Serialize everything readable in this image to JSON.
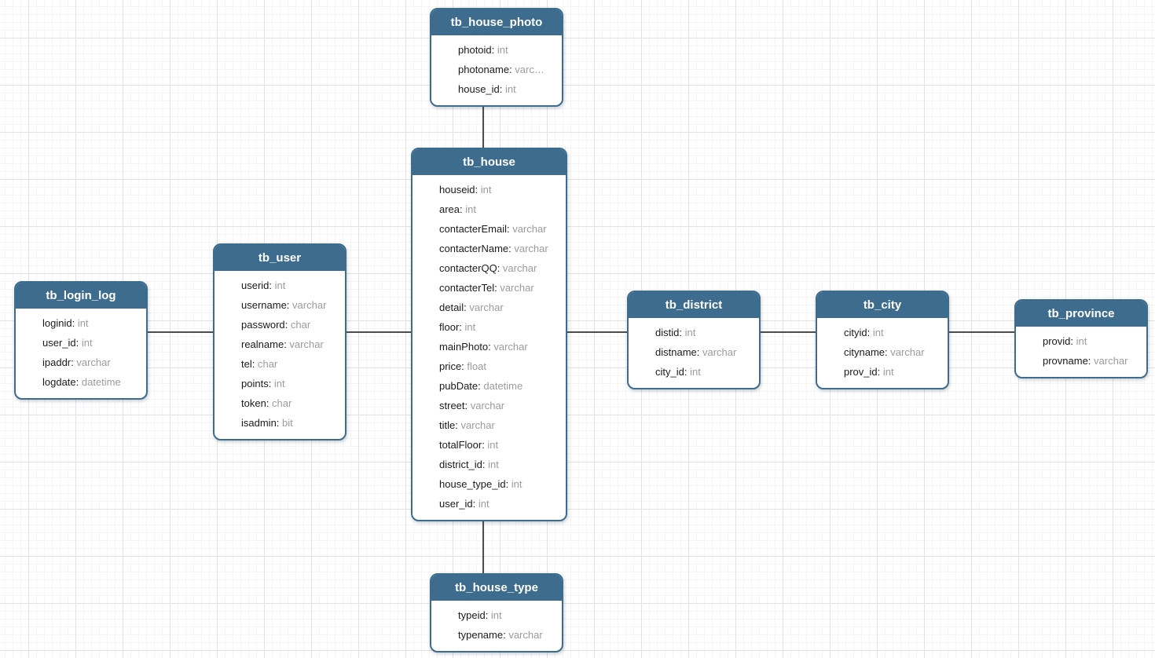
{
  "colors": {
    "accent": "#3d6c8e",
    "connector": "#4d4d4d",
    "field_name": "#1a1a1a",
    "field_type": "#9b9b9b",
    "grid_minor": "#f4f4f6",
    "grid_major": "#e2e2e5",
    "canvas_background": "#ffffff"
  },
  "tables": [
    {
      "name": "tb_house_photo",
      "fields": [
        {
          "name": "photoid",
          "type": "int"
        },
        {
          "name": "photoname",
          "type": "varc…"
        },
        {
          "name": "house_id",
          "type": "int"
        }
      ]
    },
    {
      "name": "tb_house",
      "fields": [
        {
          "name": "houseid",
          "type": "int"
        },
        {
          "name": "area",
          "type": "int"
        },
        {
          "name": "contacterEmail",
          "type": "varchar"
        },
        {
          "name": "contacterName",
          "type": "varchar"
        },
        {
          "name": "contacterQQ",
          "type": "varchar"
        },
        {
          "name": "contacterTel",
          "type": "varchar"
        },
        {
          "name": "detail",
          "type": "varchar"
        },
        {
          "name": "floor",
          "type": "int"
        },
        {
          "name": "mainPhoto",
          "type": "varchar"
        },
        {
          "name": "price",
          "type": "float"
        },
        {
          "name": "pubDate",
          "type": "datetime"
        },
        {
          "name": "street",
          "type": "varchar"
        },
        {
          "name": "title",
          "type": "varchar"
        },
        {
          "name": "totalFloor",
          "type": "int"
        },
        {
          "name": "district_id",
          "type": "int"
        },
        {
          "name": "house_type_id",
          "type": "int"
        },
        {
          "name": "user_id",
          "type": "int"
        }
      ]
    },
    {
      "name": "tb_user",
      "fields": [
        {
          "name": "userid",
          "type": "int"
        },
        {
          "name": "username",
          "type": "varchar"
        },
        {
          "name": "password",
          "type": "char"
        },
        {
          "name": "realname",
          "type": "varchar"
        },
        {
          "name": "tel",
          "type": "char"
        },
        {
          "name": "points",
          "type": "int"
        },
        {
          "name": "token",
          "type": "char"
        },
        {
          "name": "isadmin",
          "type": "bit"
        }
      ]
    },
    {
      "name": "tb_login_log",
      "fields": [
        {
          "name": "loginid",
          "type": "int"
        },
        {
          "name": "user_id",
          "type": "int"
        },
        {
          "name": "ipaddr",
          "type": "varchar"
        },
        {
          "name": "logdate",
          "type": "datetime"
        }
      ]
    },
    {
      "name": "tb_district",
      "fields": [
        {
          "name": "distid",
          "type": "int"
        },
        {
          "name": "distname",
          "type": "varchar"
        },
        {
          "name": "city_id",
          "type": "int"
        }
      ]
    },
    {
      "name": "tb_city",
      "fields": [
        {
          "name": "cityid",
          "type": "int"
        },
        {
          "name": "cityname",
          "type": "varchar"
        },
        {
          "name": "prov_id",
          "type": "int"
        }
      ]
    },
    {
      "name": "tb_province",
      "fields": [
        {
          "name": "provid",
          "type": "int"
        },
        {
          "name": "provname",
          "type": "varchar"
        }
      ]
    },
    {
      "name": "tb_house_type",
      "fields": [
        {
          "name": "typeid",
          "type": "int"
        },
        {
          "name": "typename",
          "type": "varchar"
        }
      ]
    }
  ],
  "relationships": [
    {
      "from": "tb_house_photo",
      "to": "tb_house"
    },
    {
      "from": "tb_login_log",
      "to": "tb_user"
    },
    {
      "from": "tb_user",
      "to": "tb_house"
    },
    {
      "from": "tb_house",
      "to": "tb_district"
    },
    {
      "from": "tb_district",
      "to": "tb_city"
    },
    {
      "from": "tb_city",
      "to": "tb_province"
    },
    {
      "from": "tb_house",
      "to": "tb_house_type"
    }
  ]
}
